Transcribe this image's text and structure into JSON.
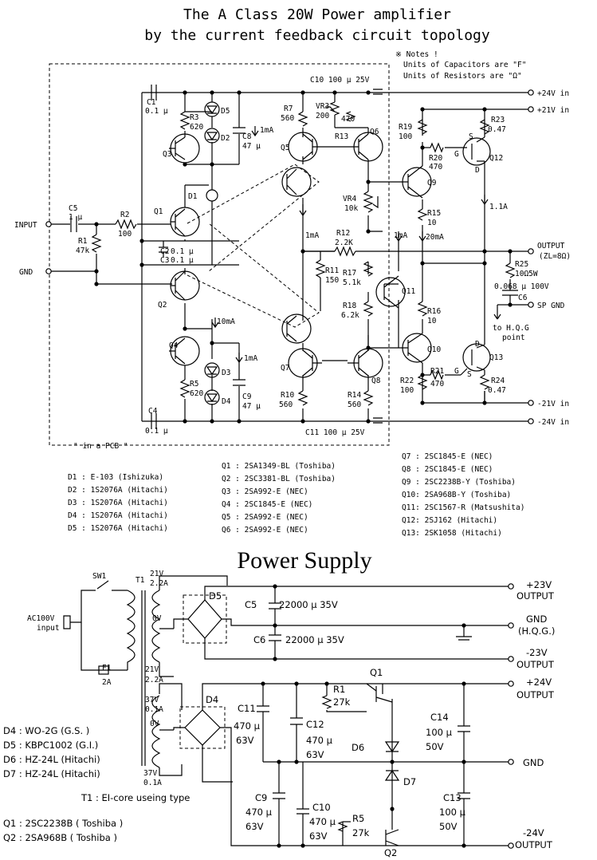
{
  "title": {
    "line1": "The A Class 20W Power amplifier",
    "line2": "by the current feedback circuit topology"
  },
  "notes": {
    "heading": "※ Notes !",
    "capacitors": "Units of Capacitors are \"F\"",
    "resistors": "Units of Resistors are \"Ω\""
  },
  "pcb_label": "\" in a PCB \"",
  "amp": {
    "rails": [
      {
        "id": "p24",
        "text": "+24V in"
      },
      {
        "id": "p21",
        "text": "+21V in"
      },
      {
        "id": "m21",
        "text": "-21V in"
      },
      {
        "id": "m24",
        "text": "-24V in"
      }
    ],
    "input": "INPUT",
    "gnd": "GND",
    "output": "OUTPUT",
    "output_load": "(ZL=8Ω)",
    "sp_gnd": "SP GND",
    "hqg_note": [
      "to H.Q.G",
      "point"
    ],
    "labels": [
      {
        "id": "c1",
        "text": "C1"
      },
      {
        "id": "c1v",
        "text": "0.1 μ"
      },
      {
        "id": "c10",
        "text": "C10 100 μ 25V"
      },
      {
        "id": "r3",
        "text": "R3"
      },
      {
        "id": "r3v",
        "text": "620"
      },
      {
        "id": "d5",
        "text": "D5"
      },
      {
        "id": "d2",
        "text": "D2"
      },
      {
        "id": "c8",
        "text": "C8"
      },
      {
        "id": "c8v",
        "text": "47 μ"
      },
      {
        "id": "q3",
        "text": "Q3"
      },
      {
        "id": "d1",
        "text": "D1"
      },
      {
        "id": "r7",
        "text": "R7"
      },
      {
        "id": "r7v",
        "text": "560"
      },
      {
        "id": "vr3",
        "text": "VR3"
      },
      {
        "id": "vr3v",
        "text": "200"
      },
      {
        "id": "vr3b",
        "text": "470"
      },
      {
        "id": "r13",
        "text": "R13"
      },
      {
        "id": "q5",
        "text": "Q5"
      },
      {
        "id": "q6",
        "text": "Q6"
      },
      {
        "id": "i1",
        "text": "1mA"
      },
      {
        "id": "c5",
        "text": "C5"
      },
      {
        "id": "c5v",
        "text": "1 μ"
      },
      {
        "id": "r1",
        "text": "R1"
      },
      {
        "id": "r1v",
        "text": "47k"
      },
      {
        "id": "r2",
        "text": "R2"
      },
      {
        "id": "r2v",
        "text": "100"
      },
      {
        "id": "q1",
        "text": "Q1"
      },
      {
        "id": "q2",
        "text": "Q2"
      },
      {
        "id": "c2",
        "text": "C2"
      },
      {
        "id": "c2v",
        "text": "0.1 μ"
      },
      {
        "id": "c3",
        "text": "C3"
      },
      {
        "id": "c3v",
        "text": "0.1 μ"
      },
      {
        "id": "i2",
        "text": "1mA"
      },
      {
        "id": "r11",
        "text": "R11"
      },
      {
        "id": "r11v",
        "text": "150"
      },
      {
        "id": "r12",
        "text": "R12"
      },
      {
        "id": "r12v",
        "text": "2.2K"
      },
      {
        "id": "vr4",
        "text": "VR4"
      },
      {
        "id": "vr4v",
        "text": "10k"
      },
      {
        "id": "r17",
        "text": "R17"
      },
      {
        "id": "r17v",
        "text": "5.1k"
      },
      {
        "id": "r18",
        "text": "R18"
      },
      {
        "id": "r18v",
        "text": "6.2k"
      },
      {
        "id": "q11",
        "text": "Q11"
      },
      {
        "id": "r19",
        "text": "R19"
      },
      {
        "id": "r19v",
        "text": "100"
      },
      {
        "id": "r20",
        "text": "R20"
      },
      {
        "id": "r20v",
        "text": "470"
      },
      {
        "id": "r23",
        "text": "R23"
      },
      {
        "id": "r23v",
        "text": "0.47"
      },
      {
        "id": "q12",
        "text": "Q12"
      },
      {
        "id": "q9",
        "text": "Q9"
      },
      {
        "id": "g12",
        "text": "G"
      },
      {
        "id": "s12",
        "text": "S"
      },
      {
        "id": "dd12",
        "text": "D"
      },
      {
        "id": "i3",
        "text": "1.1A"
      },
      {
        "id": "r15",
        "text": "R15"
      },
      {
        "id": "r15v",
        "text": "10"
      },
      {
        "id": "i4",
        "text": "1mA"
      },
      {
        "id": "i5",
        "text": "20mA"
      },
      {
        "id": "r25",
        "text": "R25"
      },
      {
        "id": "r25v",
        "text": "10Ω5W"
      },
      {
        "id": "c6",
        "text": "C6"
      },
      {
        "id": "c6v",
        "text": "0.068 μ  100V"
      },
      {
        "id": "r16",
        "text": "R16"
      },
      {
        "id": "r16v",
        "text": "10"
      },
      {
        "id": "q10",
        "text": "Q10"
      },
      {
        "id": "q13",
        "text": "Q13"
      },
      {
        "id": "g13",
        "text": "G"
      },
      {
        "id": "dd13",
        "text": "D"
      },
      {
        "id": "s13",
        "text": "S"
      },
      {
        "id": "r21",
        "text": "R21"
      },
      {
        "id": "r21v",
        "text": "470"
      },
      {
        "id": "r22",
        "text": "R22"
      },
      {
        "id": "r22v",
        "text": "100"
      },
      {
        "id": "r24",
        "text": "R24"
      },
      {
        "id": "r24v",
        "text": "0.47"
      },
      {
        "id": "i6",
        "text": "10mA"
      },
      {
        "id": "q4",
        "text": "Q4"
      },
      {
        "id": "d3",
        "text": "D3"
      },
      {
        "id": "d4",
        "text": "D4"
      },
      {
        "id": "r5",
        "text": "R5"
      },
      {
        "id": "r5v",
        "text": "620"
      },
      {
        "id": "c9",
        "text": "C9"
      },
      {
        "id": "c9v",
        "text": "47 μ"
      },
      {
        "id": "i7",
        "text": "1mA"
      },
      {
        "id": "q7",
        "text": "Q7"
      },
      {
        "id": "q8",
        "text": "Q8"
      },
      {
        "id": "r10",
        "text": "R10"
      },
      {
        "id": "r10v",
        "text": "560"
      },
      {
        "id": "r14",
        "text": "R14"
      },
      {
        "id": "r14v",
        "text": "560"
      },
      {
        "id": "c4",
        "text": "C4"
      },
      {
        "id": "c4v",
        "text": "0.1 μ"
      },
      {
        "id": "c11",
        "text": "C11 100 μ  25V"
      }
    ]
  },
  "parts_list": {
    "diodes": [
      "D1 : E-103 (Ishizuka)",
      "D2 : 1S2076A (Hitachi)",
      "D3 : 1S2076A (Hitachi)",
      "D4 : 1S2076A (Hitachi)",
      "D5 : 1S2076A (Hitachi)"
    ],
    "transistors_a": [
      "Q1 : 2SA1349-BL (Toshiba)",
      "Q2 : 2SC3381-BL (Toshiba)",
      "Q3 : 2SA992-E (NEC)",
      "Q4 : 2SC1845-E (NEC)",
      "Q5 : 2SA992-E (NEC)",
      "Q6 : 2SA992-E (NEC)"
    ],
    "transistors_b": [
      "Q7 : 2SC1845-E (NEC)",
      "Q8 : 2SC1845-E (NEC)",
      "Q9 : 2SC2238B-Y (Toshiba)",
      "Q10: 2SA968B-Y (Toshiba)",
      "Q11: 2SC1567-R (Matsushita)",
      "Q12: 2SJ162 (Hitachi)",
      "Q13: 2SK1058 (Hitachi)"
    ]
  },
  "power_supply": {
    "title": "Power Supply",
    "labels": [
      {
        "id": "sw1",
        "text": "SW1"
      },
      {
        "id": "t1",
        "text": "T1"
      },
      {
        "id": "ac1",
        "text": "AC100V"
      },
      {
        "id": "ac2",
        "text": "input"
      },
      {
        "id": "f1",
        "text": "F1"
      },
      {
        "id": "f1v",
        "text": "2A"
      },
      {
        "id": "s21a",
        "text": "21V"
      },
      {
        "id": "s22a",
        "text": "2.2A"
      },
      {
        "id": "s0a",
        "text": "0V"
      },
      {
        "id": "s21b",
        "text": "21V"
      },
      {
        "id": "s22b",
        "text": "2.2A"
      },
      {
        "id": "s37a",
        "text": "37V"
      },
      {
        "id": "s01a",
        "text": "0.1A"
      },
      {
        "id": "s0b",
        "text": "0V"
      },
      {
        "id": "s37b",
        "text": "37V"
      },
      {
        "id": "s01b",
        "text": "0.1A"
      },
      {
        "id": "d5",
        "text": "D5"
      },
      {
        "id": "d4",
        "text": "D4"
      },
      {
        "id": "c5",
        "text": "C5"
      },
      {
        "id": "c5v",
        "text": "22000 μ   35V"
      },
      {
        "id": "c6",
        "text": "C6"
      },
      {
        "id": "c6v",
        "text": "22000 μ   35V"
      },
      {
        "id": "c11",
        "text": "C11"
      },
      {
        "id": "c11v",
        "text": "470 μ"
      },
      {
        "id": "c11w",
        "text": "63V"
      },
      {
        "id": "c12",
        "text": "C12"
      },
      {
        "id": "c12v",
        "text": "470 μ"
      },
      {
        "id": "c12w",
        "text": "63V"
      },
      {
        "id": "r1",
        "text": "R1"
      },
      {
        "id": "r1v",
        "text": "27k"
      },
      {
        "id": "q1",
        "text": "Q1"
      },
      {
        "id": "d6",
        "text": "D6"
      },
      {
        "id": "d7",
        "text": "D7"
      },
      {
        "id": "c14",
        "text": "C14"
      },
      {
        "id": "c14v",
        "text": "100 μ"
      },
      {
        "id": "c14w",
        "text": "50V"
      },
      {
        "id": "c13",
        "text": "C13"
      },
      {
        "id": "c13v",
        "text": "100 μ"
      },
      {
        "id": "c13w",
        "text": "50V"
      },
      {
        "id": "c9",
        "text": "C9"
      },
      {
        "id": "c9v",
        "text": "470 μ"
      },
      {
        "id": "c9w",
        "text": "63V"
      },
      {
        "id": "c10",
        "text": "C10"
      },
      {
        "id": "c10v",
        "text": "470 μ"
      },
      {
        "id": "c10w",
        "text": "63V"
      },
      {
        "id": "r5",
        "text": "R5"
      },
      {
        "id": "r5v",
        "text": "27k"
      },
      {
        "id": "q2",
        "text": "Q2"
      }
    ],
    "outputs": [
      {
        "id": "o1a",
        "text": "+23V"
      },
      {
        "id": "o1b",
        "text": "OUTPUT"
      },
      {
        "id": "o2a",
        "text": "GND"
      },
      {
        "id": "o2b",
        "text": "(H.Q.G.)"
      },
      {
        "id": "o3a",
        "text": "-23V"
      },
      {
        "id": "o3b",
        "text": "OUTPUT"
      },
      {
        "id": "o4a",
        "text": "+24V"
      },
      {
        "id": "o4b",
        "text": "OUTPUT"
      },
      {
        "id": "o5a",
        "text": "GND"
      },
      {
        "id": "o6a",
        "text": "-24V"
      },
      {
        "id": "o6b",
        "text": "OUTPUT"
      }
    ],
    "parts": [
      "D4 : WO-2G (G.S. )",
      "D5 : KBPC1002 (G.I.)",
      "D6 : HZ-24L (Hitachi)",
      "D7 : HZ-24L (Hitachi)"
    ],
    "t1_note": "T1 : EI-core useing type",
    "transistors": [
      "Q1 : 2SC2238B ( Toshiba )",
      "Q2 : 2SA968B   ( Toshiba )"
    ]
  }
}
